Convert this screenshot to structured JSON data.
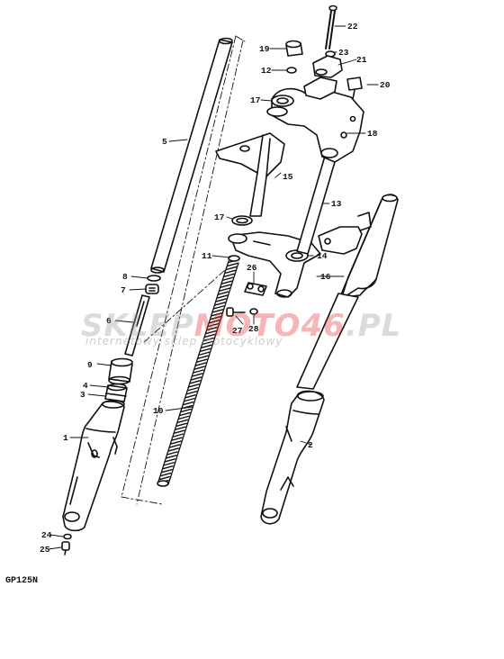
{
  "diagram": {
    "code": "GP125N",
    "watermark": {
      "brand_a": "SKLEP",
      "brand_b": "MOTO46",
      "brand_c": ".PL",
      "tagline": "internetowy sklep motocyklowy"
    },
    "parts": [
      "1",
      "2",
      "3",
      "4",
      "5",
      "6",
      "7",
      "8",
      "9",
      "10",
      "11",
      "12",
      "13",
      "14",
      "15",
      "16",
      "17",
      "17",
      "18",
      "19",
      "20",
      "21",
      "22",
      "23",
      "24",
      "25",
      "26",
      "27",
      "28"
    ]
  }
}
